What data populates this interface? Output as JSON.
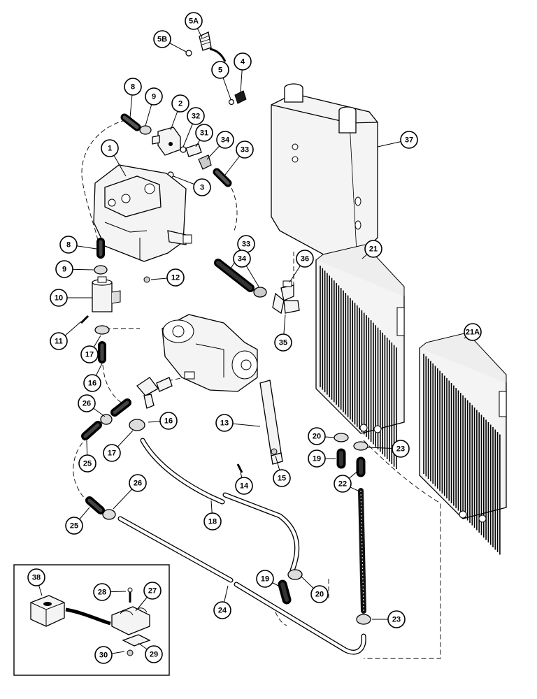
{
  "diagram": {
    "callouts": [
      {
        "label": "5A"
      },
      {
        "label": "5B"
      },
      {
        "label": "4"
      },
      {
        "label": "5"
      },
      {
        "label": "8"
      },
      {
        "label": "9"
      },
      {
        "label": "2"
      },
      {
        "label": "32"
      },
      {
        "label": "31"
      },
      {
        "label": "34"
      },
      {
        "label": "33"
      },
      {
        "label": "1"
      },
      {
        "label": "3"
      },
      {
        "label": "37"
      },
      {
        "label": "8"
      },
      {
        "label": "33"
      },
      {
        "label": "21"
      },
      {
        "label": "9"
      },
      {
        "label": "36"
      },
      {
        "label": "34"
      },
      {
        "label": "12"
      },
      {
        "label": "10"
      },
      {
        "label": "35"
      },
      {
        "label": "11"
      },
      {
        "label": "21A"
      },
      {
        "label": "17"
      },
      {
        "label": "16"
      },
      {
        "label": "26"
      },
      {
        "label": "16"
      },
      {
        "label": "13"
      },
      {
        "label": "25"
      },
      {
        "label": "17"
      },
      {
        "label": "20"
      },
      {
        "label": "23"
      },
      {
        "label": "19"
      },
      {
        "label": "14"
      },
      {
        "label": "15"
      },
      {
        "label": "22"
      },
      {
        "label": "26"
      },
      {
        "label": "25"
      },
      {
        "label": "18"
      },
      {
        "label": "38"
      },
      {
        "label": "28"
      },
      {
        "label": "27"
      },
      {
        "label": "19"
      },
      {
        "label": "20"
      },
      {
        "label": "24"
      },
      {
        "label": "23"
      },
      {
        "label": "30"
      },
      {
        "label": "29"
      }
    ]
  }
}
